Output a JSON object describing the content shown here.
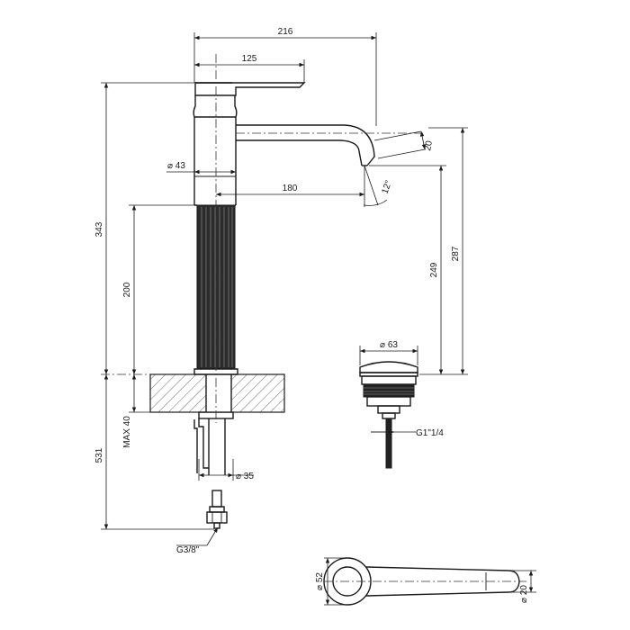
{
  "dimensions": {
    "d216": "216",
    "d125": "125",
    "d343": "343",
    "d43": "⌀ 43",
    "d180": "180",
    "d20a": "20",
    "d12deg": "12°",
    "d200": "200",
    "d249": "249",
    "d287": "287",
    "d63": "⌀ 63",
    "dmax40": "MAX 40",
    "d531": "531",
    "d35": "⌀ 35",
    "g38": "G3/8\"",
    "g114": "G1\"1/4",
    "d52": "⌀ 52",
    "d20b": "⌀ 20"
  }
}
